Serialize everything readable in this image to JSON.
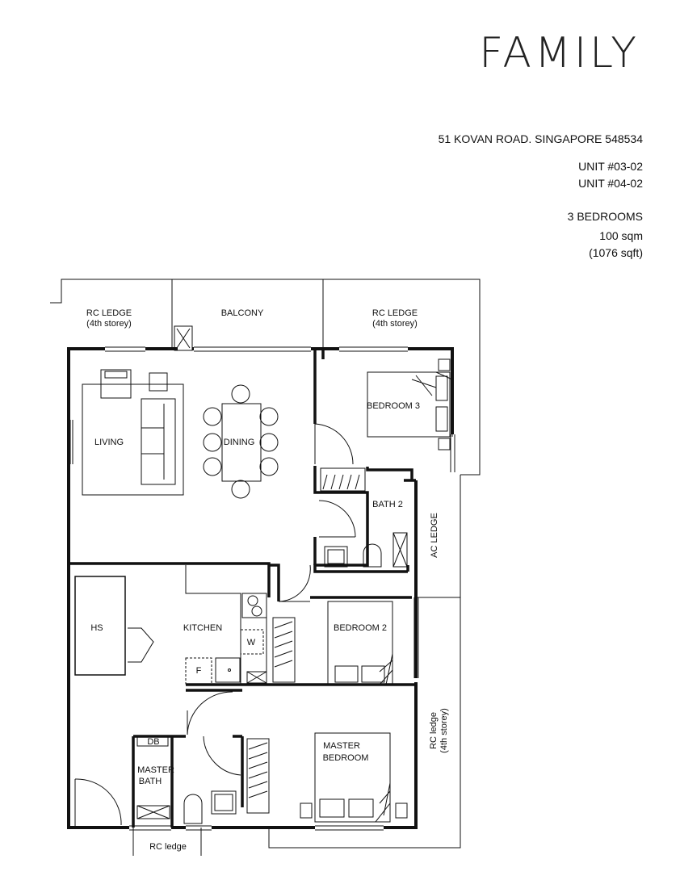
{
  "header": {
    "title": "FAMILY",
    "address": "51 KOVAN ROAD. SINGAPORE 548534",
    "unit_1": "UNIT #03-02",
    "unit_2": "UNIT #04-02",
    "bedrooms": "3 BEDROOMS",
    "area_sqm": "100 sqm",
    "area_sqft": "(1076 sqft)"
  },
  "plan": {
    "rc_ledge_left_1": "RC  LEDGE",
    "rc_ledge_left_2": "(4th storey)",
    "balcony": "BALCONY",
    "rc_ledge_right_1": "RC  LEDGE",
    "rc_ledge_right_2": "(4th storey)",
    "living": "LIVING",
    "dining": "DINING",
    "bedroom_3": "BEDROOM  3",
    "bath_2": "BATH  2",
    "ac_ledge": "AC  LEDGE",
    "hs": "HS",
    "kitchen": "KITCHEN",
    "washer": "W",
    "fridge": "F",
    "bedroom_2": "BEDROOM  2",
    "db": "DB",
    "master_bath_1": "MASTER",
    "master_bath_2": "BATH",
    "master_bedroom_1": "MASTER",
    "master_bedroom_2": "BEDROOM",
    "rc_ledge_side_1": "RC  ledge",
    "rc_ledge_side_2": "(4th storey)",
    "rc_ledge_bottom": "RC  ledge"
  }
}
